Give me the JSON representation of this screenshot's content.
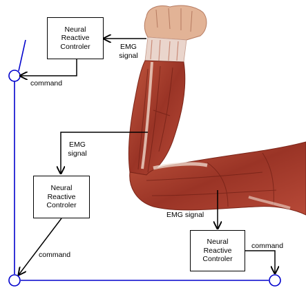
{
  "colors": {
    "line": "#0000cc",
    "arrow": "#000000",
    "muscle_dark": "#8a2e22",
    "muscle_mid": "#b04a36",
    "muscle_light": "#d98a6e",
    "skin": "#e6b898",
    "tendon": "#f2e4dc"
  },
  "controllers": [
    {
      "text": "Neural\nReactive\nControler"
    },
    {
      "text": "Neural\nReactive\nControler"
    },
    {
      "text": "Neural\nReactive\nControler"
    }
  ],
  "labels": {
    "emg_top": "EMG\nsignal",
    "emg_middle": "EMG\nsignal",
    "emg_bottom": "EMG signal",
    "command_top": "command",
    "command_middle": "command",
    "command_bottom": "command"
  }
}
